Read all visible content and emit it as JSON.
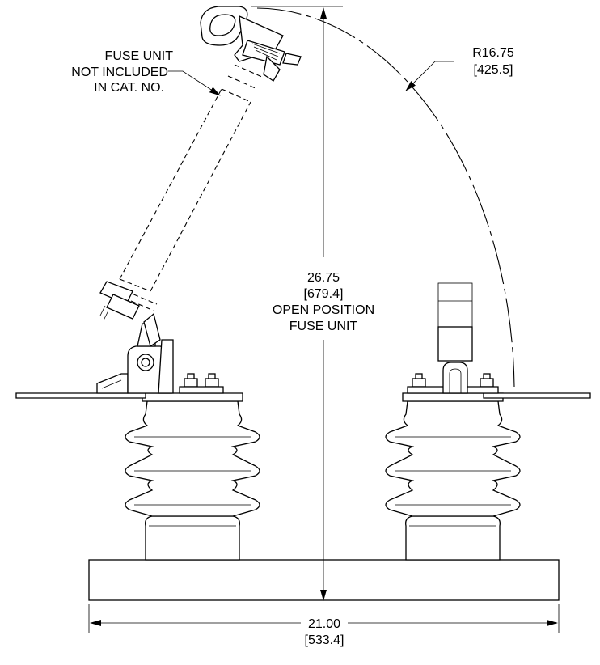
{
  "labels": {
    "fuse_note": [
      "FUSE UNIT",
      "NOT INCLUDED",
      "IN CAT. NO."
    ],
    "radius_dim": [
      "R16.75",
      "[425.5]"
    ],
    "height_dim": [
      "26.75",
      "[679.4]",
      "OPEN POSITION",
      "FUSE UNIT"
    ],
    "width_dim": [
      "21.00",
      "[533.4]"
    ]
  }
}
